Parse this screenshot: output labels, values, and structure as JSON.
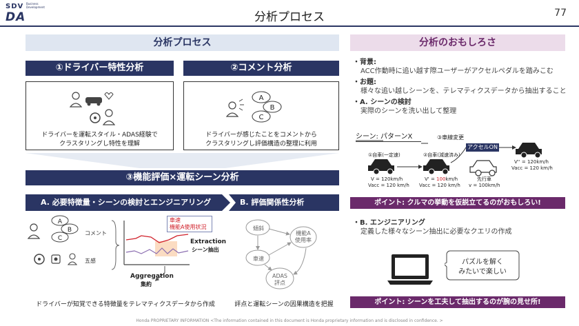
{
  "header": {
    "logo_main": "SDV",
    "logo_sub": "Business Development",
    "logo_da": "DA",
    "title": "分析プロセス",
    "page_number": "77"
  },
  "left": {
    "section_title": "分析プロセス",
    "driver_trait": {
      "title": "①ドライバー特性分析",
      "caption_line1": "ドライバーを運転スタイル・ADAS経験で",
      "caption_line2": "クラスタリングし特性を理解"
    },
    "comment": {
      "title": "②コメント分析",
      "caption_line1": "ドライバーが感じたことをコメントから",
      "caption_line2": "クラスタリングし評価構造の整理に利用",
      "bubbles": [
        "A",
        "B",
        "C"
      ]
    },
    "func_eval": {
      "title": "③機能評価×運転シーン分析",
      "sub_a": "A. 必要特徴量・シーンの検討とエンジニアリング",
      "sub_b": "B. 評価関係性分析",
      "bubbles": [
        "A",
        "B",
        "C"
      ],
      "label_comment": "コメント",
      "label_senses": "五感",
      "chart_label_speed": "車速",
      "chart_label_func": "機能A使用状況",
      "extraction_en": "Extraction",
      "extraction_ja": "シーン抽出",
      "aggregation_en": "Aggregation",
      "aggregation_ja": "集約",
      "nodes": [
        "傾斜",
        "機能A使用率",
        "車速",
        "ADAS評点"
      ],
      "caption_a": "ドライバーが知覚できる特徴量をテレマティクスデータから作成",
      "caption_b": "評点と運転シーンの因果構造を把握"
    }
  },
  "right": {
    "section_title": "分析のおもしろさ",
    "bullets": [
      {
        "head": "・背景:",
        "body": "ACC作動時に追い越す際ユーザーがアクセルペダルを踏みこむ"
      },
      {
        "head": "・お題:",
        "body": "様々な追い越しシーンを、テレマティクスデータから抽出すること"
      },
      {
        "head": "・A. シーンの検討",
        "body": "実際のシーンを洗い出して整理"
      }
    ],
    "scene": {
      "title": "シーン: パターンX",
      "lane_change": "③車線変更",
      "accel_on": "アクセルON",
      "car1_label": "①自車(一定速)",
      "car2_label": "②自車(減速済み)",
      "car3_label": "先行車",
      "car1_v": "V = 120km/h",
      "car1_vacc": "Vacc = 120 km/h",
      "car2_v_prefix": "V' = ",
      "car2_v_num": "100",
      "car2_v_suffix": "km/h",
      "car2_vacc": "Vacc = 120 km/h",
      "car3_v": "v = 100km/h",
      "car4_v": "V'' = 120km/h",
      "car4_vacc": "Vacc = 120 km/h"
    },
    "point1": "ポイント: クルマの挙動を仮説立てるのがおもしろい!",
    "bullet_b": {
      "head": "・B. エンジニアリング",
      "body": "定義した様々なシーン抽出に必要なクエリの作成"
    },
    "puzzle_line1": "パズルを解く",
    "puzzle_line2": "みたいで楽しい",
    "point2": "ポイント: シーンを工夫して抽出するのが腕の見せ所!"
  },
  "footer": "Honda PROPRIETARY INFORMATION <The information contained in this document is Honda proprietary information and is disclosed in confidence. >",
  "colors": {
    "navy": "#2a3563",
    "purple": "#6b2a6b",
    "light_blue": "#dfe6f1",
    "light_pink": "#ecdcea",
    "red_accent": "#d0202a"
  }
}
